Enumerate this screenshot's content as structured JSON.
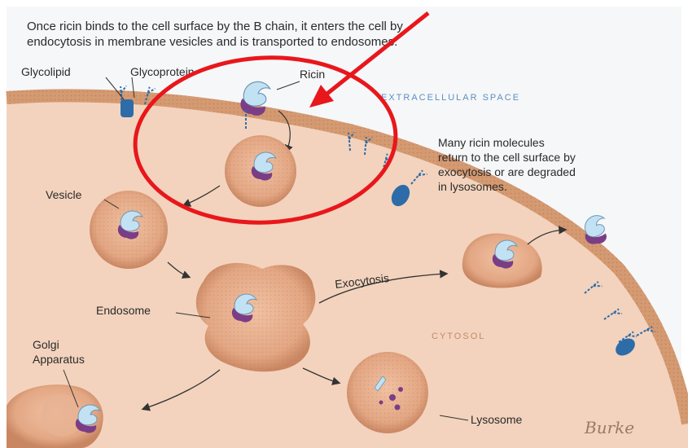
{
  "caption": {
    "line1": "Once ricin binds to the cell surface by the B chain, it enters the cell by",
    "line2": "endocytosis in membrane vesicles and is transported to endosomes."
  },
  "labels": {
    "glycolipid": "Glycolipid",
    "glycoprotein": "Glycoprotein",
    "ricin": "Ricin",
    "extracellular_space": "EXTRACELLULAR SPACE",
    "vesicle": "Vesicle",
    "endosome": "Endosome",
    "exocytosis": "Exocytosis",
    "cytosol": "CYTOSOL",
    "golgi_line1": "Golgi",
    "golgi_line2": "Apparatus",
    "lysosome": "Lysosome"
  },
  "note": {
    "line1": "Many ricin molecules",
    "line2": "return to the cell surface by",
    "line3": "exocytosis or are degraded",
    "line4": "in lysosomes."
  },
  "signature": "Burke",
  "colors": {
    "highlight": "#e8171c",
    "cytoplasm": "#f3d3bd",
    "membrane": "#d49a72",
    "vesicle": "#e2a988",
    "ricin_a": "#bfe0f3",
    "ricin_b": "#7d3f86",
    "glyco": "#2d6ca8"
  }
}
